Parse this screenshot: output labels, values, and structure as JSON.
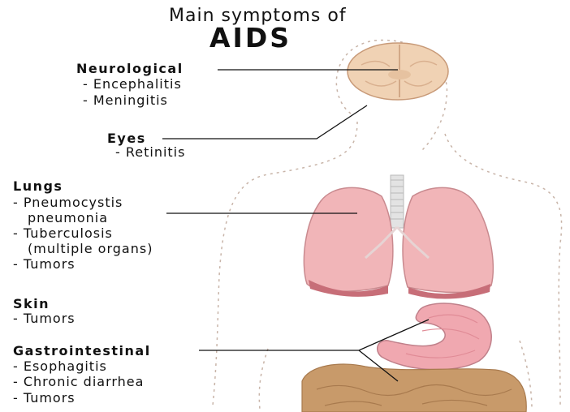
{
  "title": {
    "line1": "Main symptoms of",
    "line2": "AIDS"
  },
  "groups": {
    "neurological": {
      "heading": "Neurological",
      "items": [
        "- Encephalitis",
        "- Meningitis"
      ]
    },
    "eyes": {
      "heading": "Eyes",
      "items": [
        "- Retinitis"
      ]
    },
    "lungs": {
      "heading": "Lungs",
      "items": [
        "- Pneumocystis",
        "pneumonia",
        "- Tuberculosis",
        "(multiple organs)",
        "- Tumors"
      ]
    },
    "skin": {
      "heading": "Skin",
      "items": [
        "- Tumors"
      ]
    },
    "gastrointestinal": {
      "heading": "Gastrointestinal",
      "items": [
        "- Esophagitis",
        "- Chronic diarrhea",
        "- Tumors"
      ]
    }
  },
  "colors": {
    "body_outline": "#c8b4a8",
    "brain": "#f0d2b4",
    "lungs": "#f1b5b8",
    "trachea": "#d8d8d8",
    "stomach": "#f0a8b0",
    "intestine": "#c89a6a",
    "pointer": "#111111"
  }
}
